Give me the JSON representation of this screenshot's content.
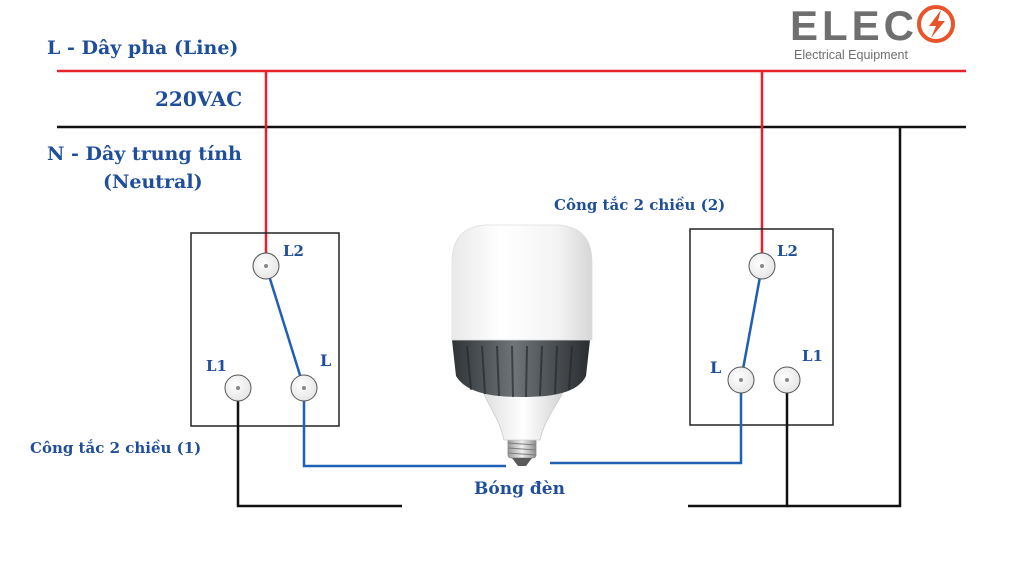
{
  "labels": {
    "line": "L - Dây pha (Line)",
    "voltage": "220VAC",
    "neutral_1": "N - Dây trung tính",
    "neutral_2": "(Neutral)",
    "switch1": "Công tắc 2 chiều (1)",
    "switch2": "Công tắc 2 chiều (2)",
    "bulb": "Bóng đèn"
  },
  "switch1": {
    "terminal_l2": "L2",
    "terminal_l1": "L1",
    "terminal_l": "L"
  },
  "switch2": {
    "terminal_l2": "L2",
    "terminal_l1": "L1",
    "terminal_l": "L"
  },
  "logo": {
    "brand": "ELEC",
    "tagline": "Electrical Equipment"
  },
  "colors": {
    "line_wire": "#e8202a",
    "neutral_wire": "#111111",
    "switch_wire": "#1f5fb4",
    "label_text": "#1f4e9a",
    "logo_grey": "#6f6f6f",
    "logo_accent": "#e8532a"
  },
  "icons": [
    "light-bulb-icon",
    "lightning-bolt-icon"
  ]
}
